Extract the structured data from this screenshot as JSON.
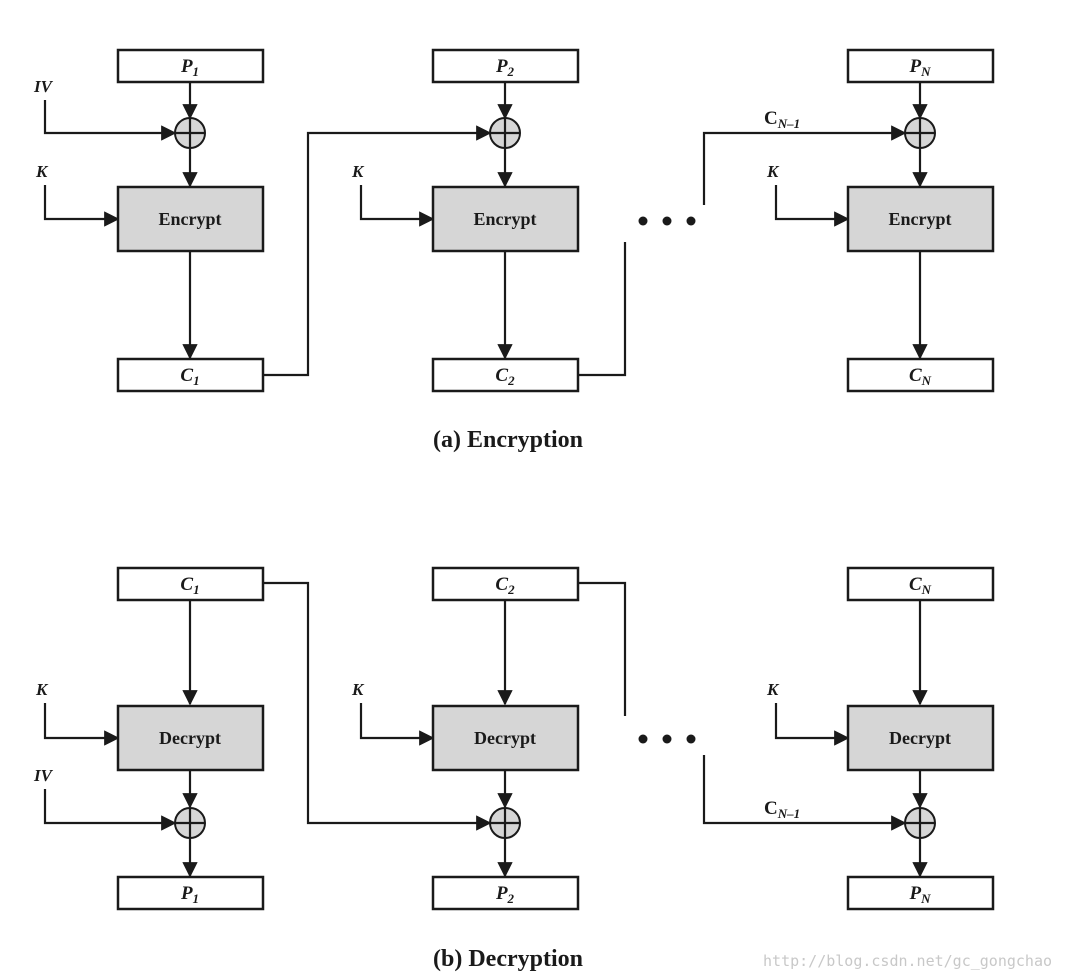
{
  "encryption": {
    "caption": "(a) Encryption",
    "iv_label": "IV",
    "chain_label": "C",
    "chain_sub": "N–1",
    "stages": [
      {
        "input": "P",
        "input_sub": "1",
        "key": "K",
        "op": "Encrypt",
        "output": "C",
        "output_sub": "1"
      },
      {
        "input": "P",
        "input_sub": "2",
        "key": "K",
        "op": "Encrypt",
        "output": "C",
        "output_sub": "2"
      },
      {
        "input": "P",
        "input_sub": "N",
        "key": "K",
        "op": "Encrypt",
        "output": "C",
        "output_sub": "N"
      }
    ]
  },
  "decryption": {
    "caption": "(b) Decryption",
    "iv_label": "IV",
    "chain_label": "C",
    "chain_sub": "N–1",
    "stages": [
      {
        "input": "C",
        "input_sub": "1",
        "key": "K",
        "op": "Decrypt",
        "output": "P",
        "output_sub": "1"
      },
      {
        "input": "C",
        "input_sub": "2",
        "key": "K",
        "op": "Decrypt",
        "output": "P",
        "output_sub": "2"
      },
      {
        "input": "C",
        "input_sub": "N",
        "key": "K",
        "op": "Decrypt",
        "output": "P",
        "output_sub": "N"
      }
    ]
  },
  "ellipsis": "• • •",
  "watermark": "http://blog.csdn.net/gc_gongchao"
}
